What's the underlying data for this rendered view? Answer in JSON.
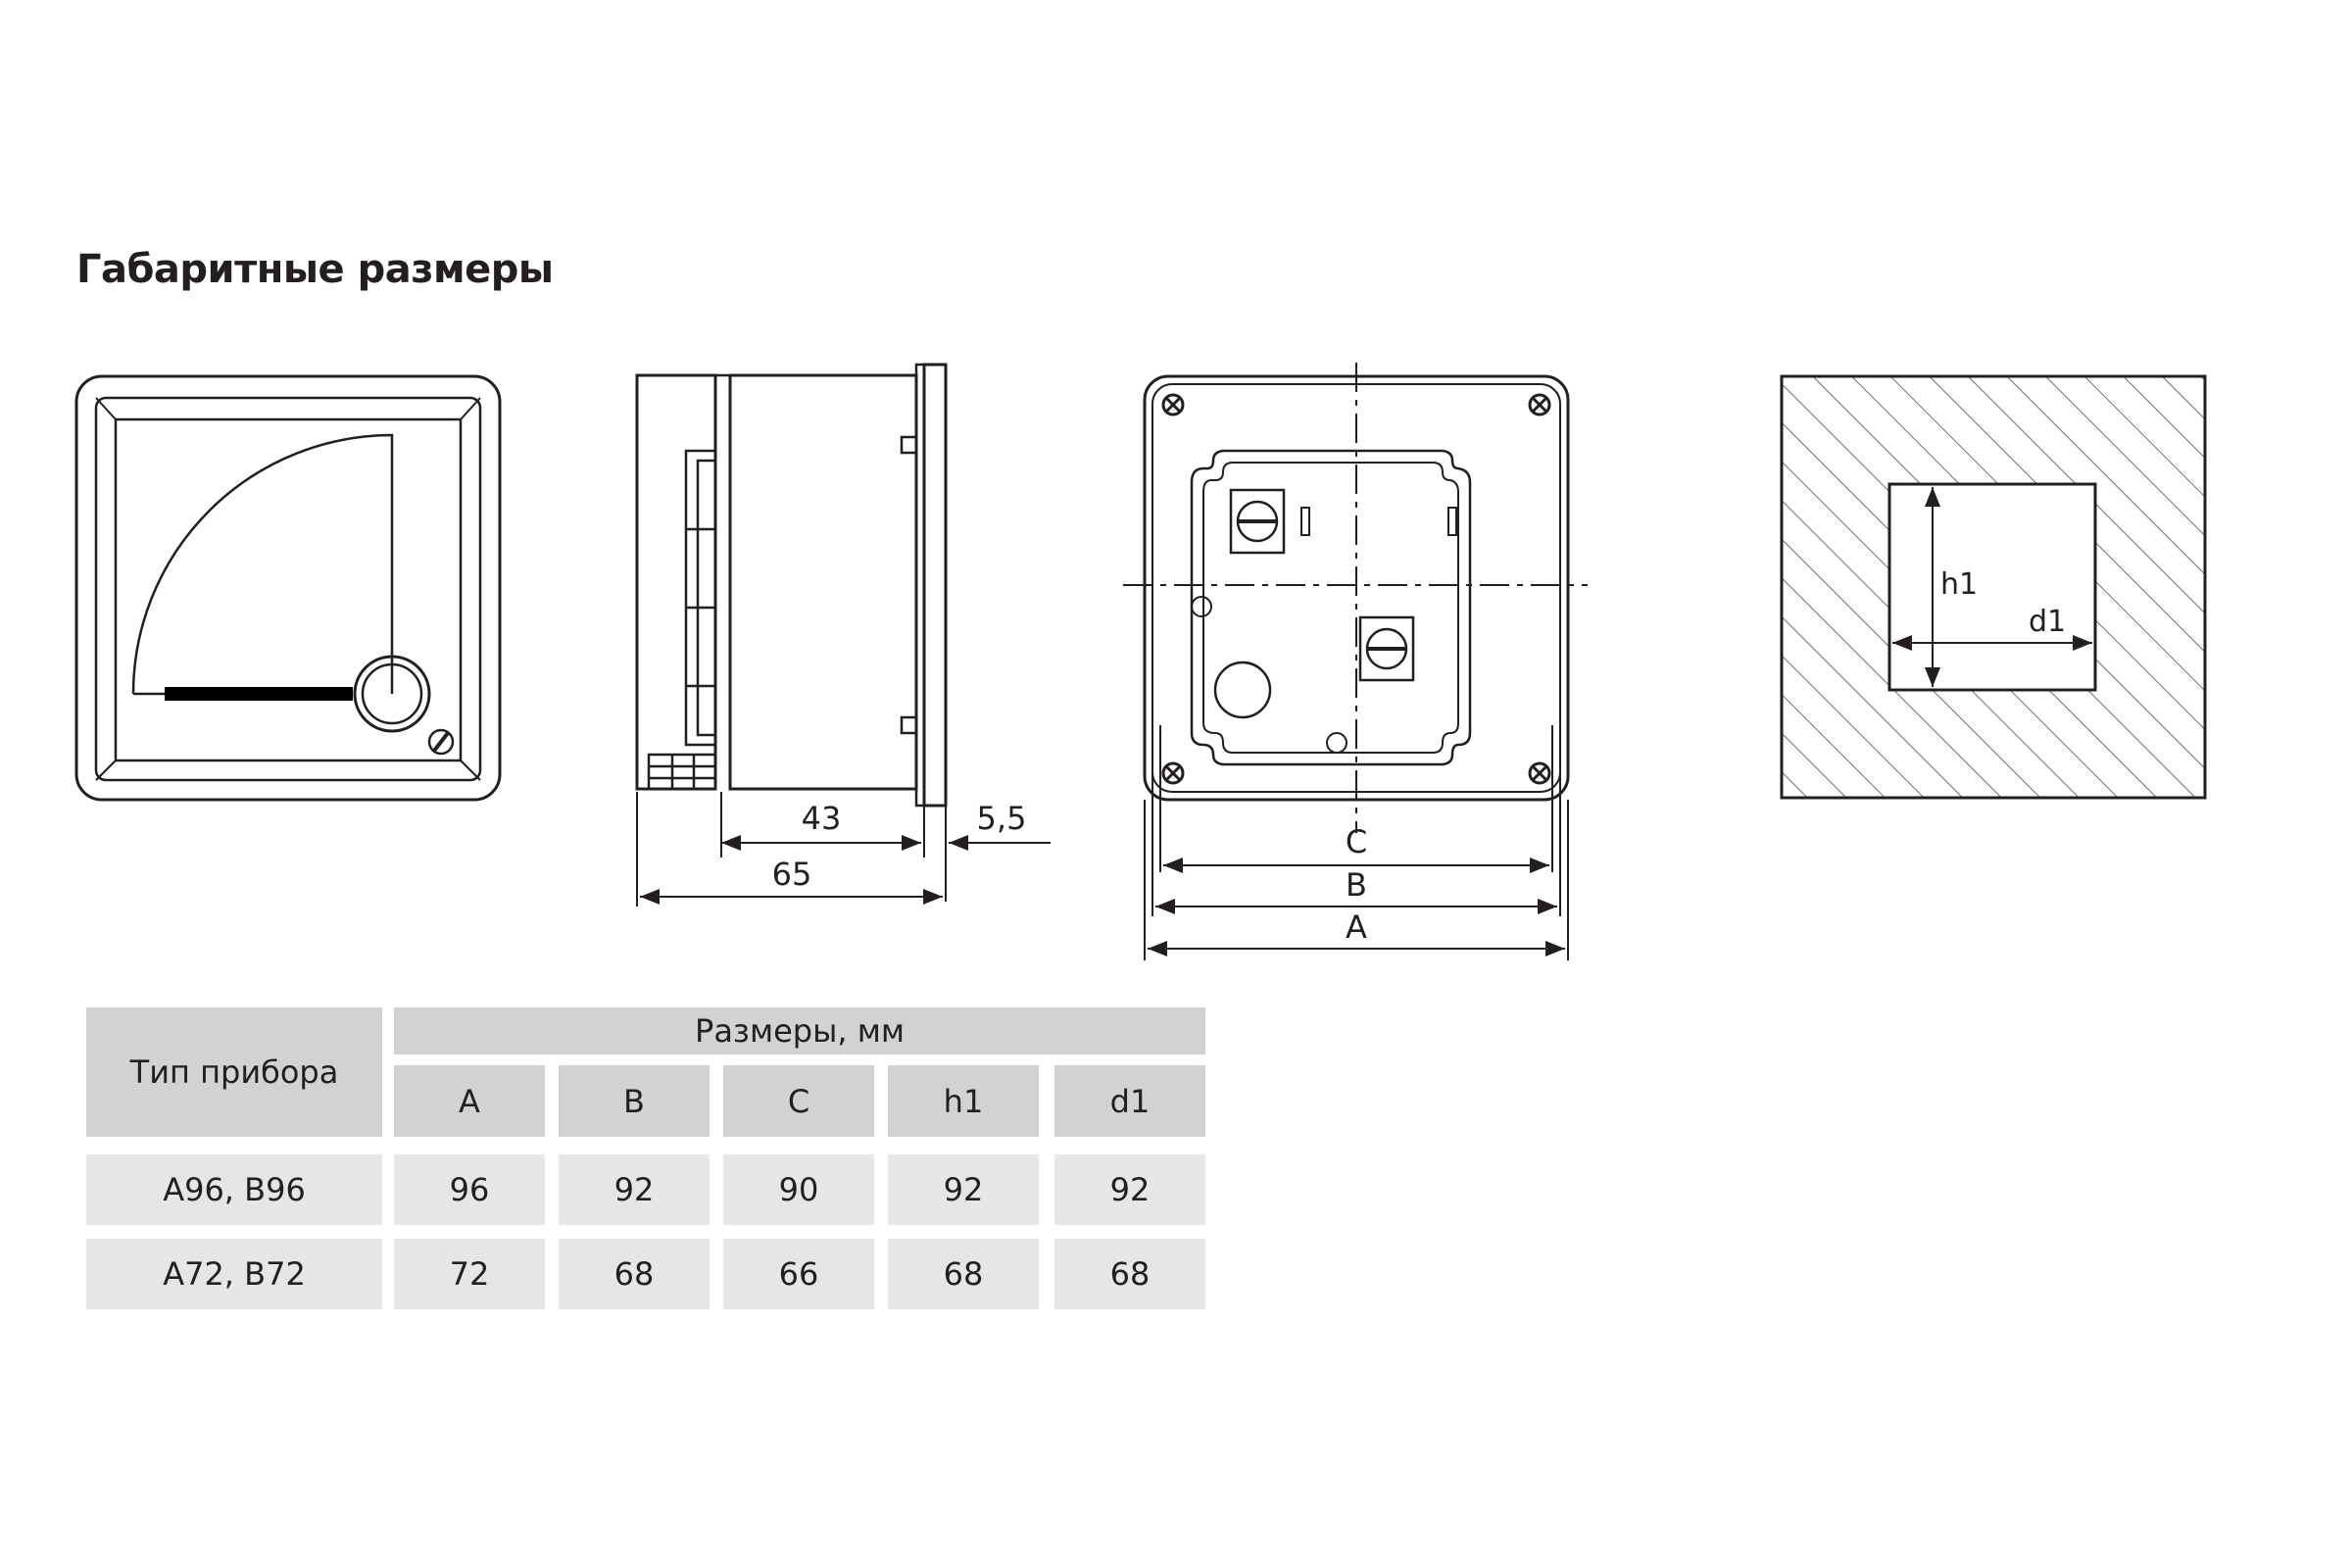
{
  "title": "Габаритные размеры",
  "side_view": {
    "depth_body": "43",
    "depth_flange": "5,5",
    "depth_total": "65"
  },
  "back_view": {
    "dim_c": "C",
    "dim_b": "B",
    "dim_a": "A"
  },
  "cutout": {
    "height_label": "h1",
    "width_label": "d1"
  },
  "table": {
    "type_header": "Тип прибора",
    "group_header": "Размеры, мм",
    "columns": [
      "A",
      "B",
      "C",
      "h1",
      "d1"
    ],
    "rows": [
      {
        "type": "A96, B96",
        "values": [
          "96",
          "92",
          "90",
          "92",
          "92"
        ]
      },
      {
        "type": "A72, B72",
        "values": [
          "72",
          "68",
          "66",
          "68",
          "68"
        ]
      }
    ]
  }
}
